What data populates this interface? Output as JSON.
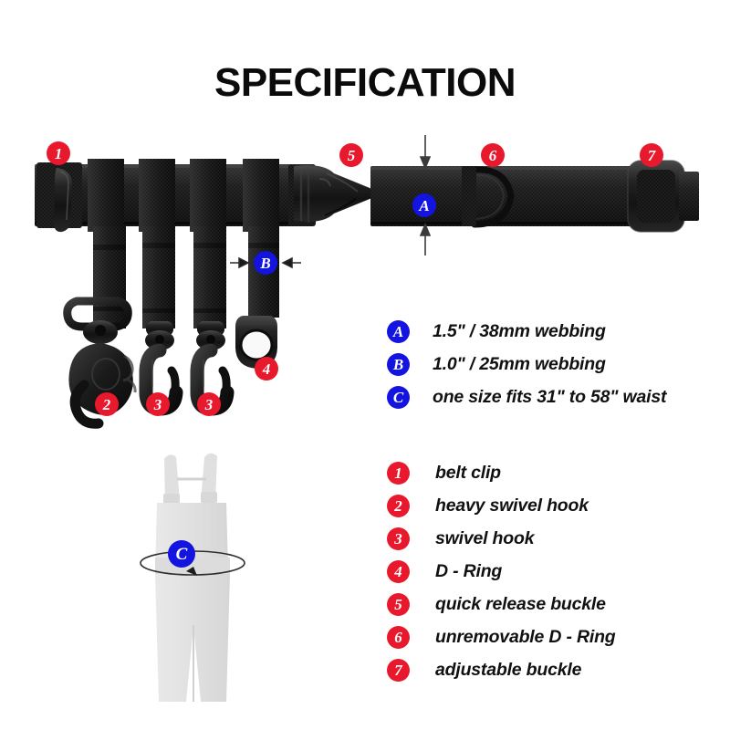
{
  "page": {
    "title": "SPECIFICATION",
    "background_color": "#ffffff"
  },
  "colors": {
    "marker_red": "#E8192C",
    "marker_blue": "#1414E0",
    "text": "#111111",
    "belt_black": "#1b1b1b",
    "overalls_gray": "#e3e3e3"
  },
  "photo_markers": {
    "belt_clip": "1",
    "heavy_swivel_hook": "2",
    "swivel_hook_left": "3",
    "swivel_hook_right": "3",
    "d_ring": "4",
    "quick_release_buckle": "5",
    "unremovable_d_ring": "6",
    "adjustable_buckle": "7",
    "webbing_main": "A",
    "webbing_strap": "B",
    "waist_size": "C"
  },
  "letter_legend": [
    {
      "key": "A",
      "label": "1.5\" / 38mm webbing"
    },
    {
      "key": "B",
      "label": "1.0\" / 25mm webbing"
    },
    {
      "key": "C",
      "label": "one size fits 31\" to 58\" waist"
    }
  ],
  "number_legend": [
    {
      "key": "1",
      "label": "belt clip"
    },
    {
      "key": "2",
      "label": "heavy swivel hook"
    },
    {
      "key": "3",
      "label": "swivel hook"
    },
    {
      "key": "4",
      "label": "D - Ring"
    },
    {
      "key": "5",
      "label": "quick release buckle"
    },
    {
      "key": "6",
      "label": "unremovable D - Ring"
    },
    {
      "key": "7",
      "label": "adjustable buckle"
    }
  ]
}
